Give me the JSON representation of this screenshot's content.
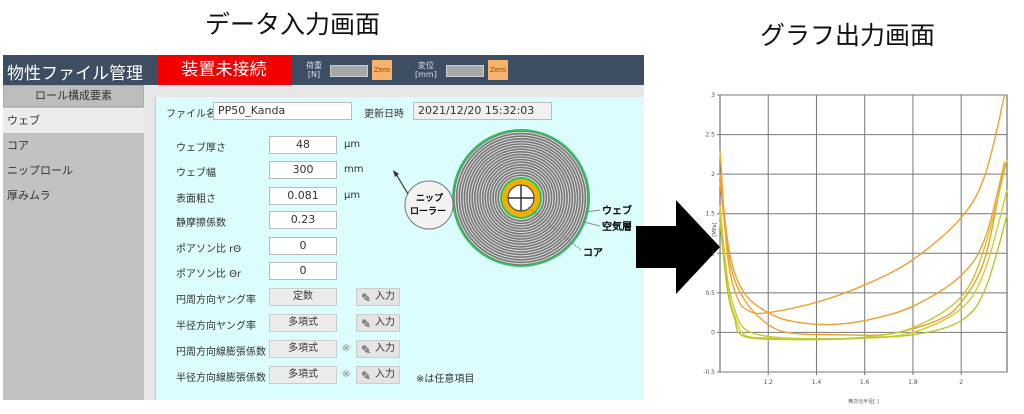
{
  "titles": {
    "input_screen": "データ入力画面",
    "graph_screen": "グラフ出力画面"
  },
  "header": {
    "app_name": "物性ファイル管理",
    "status": "装置未接続",
    "load_label": "荷重",
    "load_unit": "[N]",
    "disp_label": "変位",
    "disp_unit": "[mm]",
    "zero_label": "Zero"
  },
  "sidebar": {
    "heading": "ロール構成要素",
    "items": [
      {
        "label": "ウェブ",
        "selected": true
      },
      {
        "label": "コア"
      },
      {
        "label": "ニップロール"
      },
      {
        "label": "厚みムラ"
      }
    ]
  },
  "file": {
    "name_label": "ファイル名",
    "name_value": "PP50_Kanda",
    "updated_label": "更新日時",
    "updated_value": "2021/12/20 15:32:03"
  },
  "fields": [
    {
      "label": "ウェブ厚さ",
      "value": "48",
      "unit": "µm"
    },
    {
      "label": "ウェブ幅",
      "value": "300",
      "unit": "mm"
    },
    {
      "label": "表面粗さ",
      "value": "0.081",
      "unit": "µm"
    },
    {
      "label": "静摩擦係数",
      "value": "0.23"
    },
    {
      "label": "ポアソン比 rΘ",
      "value": "0"
    },
    {
      "label": "ポアソン比 Θr",
      "value": "0"
    }
  ],
  "selects": [
    {
      "label": "円周方向ヤング率",
      "value": "定数",
      "optional": ""
    },
    {
      "label": "半径方向ヤング率",
      "value": "多項式",
      "optional": ""
    },
    {
      "label": "円周方向線膨張係数",
      "value": "多項式",
      "optional": "※"
    },
    {
      "label": "半径方向線膨張係数",
      "value": "多項式",
      "optional": "※"
    }
  ],
  "input_button_label": "入力",
  "optional_note": "※は任意項目",
  "diagram": {
    "nip_roller": [
      "ニップ",
      "ローラー"
    ],
    "web": "ウェブ",
    "air_layer": "空気層",
    "core": "コア"
  },
  "colors": {
    "header": "#3d4d62",
    "alert": "#f20000",
    "zero": "#f7b26a",
    "content": "#dcfdfd",
    "orange": "#f0a030",
    "yellow_green": "#c8d030"
  },
  "chart_data": {
    "type": "line",
    "xlabel": "無次元半径[-]",
    "ylabel": "[MPa]",
    "xlim": [
      1.0,
      2.19
    ],
    "ylim": [
      -0.5,
      3
    ],
    "xticks": [
      "1.2",
      "1.4",
      "1.6",
      "1.8",
      "2"
    ],
    "yticks": [
      "-0.5",
      "0",
      "0.5",
      "1",
      "1.5",
      "2",
      "2.5",
      "3"
    ],
    "grid": true,
    "series": [
      {
        "color": "#f0a030",
        "points": [
          [
            1.0,
            2.3
          ],
          [
            1.03,
            1.0
          ],
          [
            1.07,
            0.45
          ],
          [
            1.12,
            0.27
          ],
          [
            1.2,
            0.25
          ],
          [
            1.4,
            0.38
          ],
          [
            1.6,
            0.6
          ],
          [
            1.8,
            0.92
          ],
          [
            2.0,
            1.45
          ],
          [
            2.1,
            2.0
          ],
          [
            2.18,
            3.0
          ]
        ]
      },
      {
        "color": "#f0a030",
        "points": [
          [
            1.0,
            2.0
          ],
          [
            1.04,
            1.0
          ],
          [
            1.1,
            0.5
          ],
          [
            1.2,
            0.25
          ],
          [
            1.3,
            0.14
          ],
          [
            1.45,
            0.1
          ],
          [
            1.6,
            0.15
          ],
          [
            1.8,
            0.33
          ],
          [
            2.0,
            0.72
          ],
          [
            2.1,
            1.2
          ],
          [
            2.18,
            2.15
          ]
        ]
      },
      {
        "color": "#f0a030",
        "points": [
          [
            1.0,
            1.9
          ],
          [
            1.04,
            0.9
          ],
          [
            1.1,
            0.42
          ],
          [
            1.2,
            0.1
          ],
          [
            1.3,
            -0.01
          ],
          [
            1.5,
            -0.03
          ],
          [
            1.7,
            -0.02
          ],
          [
            1.9,
            0.15
          ],
          [
            2.0,
            0.38
          ],
          [
            2.1,
            0.95
          ],
          [
            2.18,
            2.15
          ]
        ]
      },
      {
        "color": "#c8c830",
        "points": [
          [
            1.0,
            1.6
          ],
          [
            1.03,
            0.7
          ],
          [
            1.06,
            0.3
          ],
          [
            1.1,
            0.05
          ],
          [
            1.2,
            -0.05
          ],
          [
            1.4,
            -0.08
          ],
          [
            1.6,
            -0.06
          ],
          [
            1.8,
            0.06
          ],
          [
            2.0,
            0.45
          ],
          [
            2.1,
            1.1
          ],
          [
            2.19,
            2.18
          ]
        ]
      },
      {
        "color": "#d0d030",
        "points": [
          [
            1.0,
            1.5
          ],
          [
            1.03,
            0.6
          ],
          [
            1.06,
            0.22
          ],
          [
            1.1,
            -0.03
          ],
          [
            1.2,
            -0.07
          ],
          [
            1.4,
            -0.09
          ],
          [
            1.6,
            -0.07
          ],
          [
            1.8,
            0.0
          ],
          [
            2.0,
            0.3
          ],
          [
            2.1,
            0.8
          ],
          [
            2.19,
            1.8
          ]
        ]
      },
      {
        "color": "#b8c828",
        "points": [
          [
            1.0,
            1.4
          ],
          [
            1.03,
            0.55
          ],
          [
            1.06,
            0.18
          ],
          [
            1.1,
            -0.05
          ],
          [
            1.3,
            -0.09
          ],
          [
            1.5,
            -0.08
          ],
          [
            1.8,
            -0.03
          ],
          [
            2.0,
            0.15
          ],
          [
            2.1,
            0.55
          ],
          [
            2.19,
            1.48
          ]
        ]
      }
    ]
  }
}
